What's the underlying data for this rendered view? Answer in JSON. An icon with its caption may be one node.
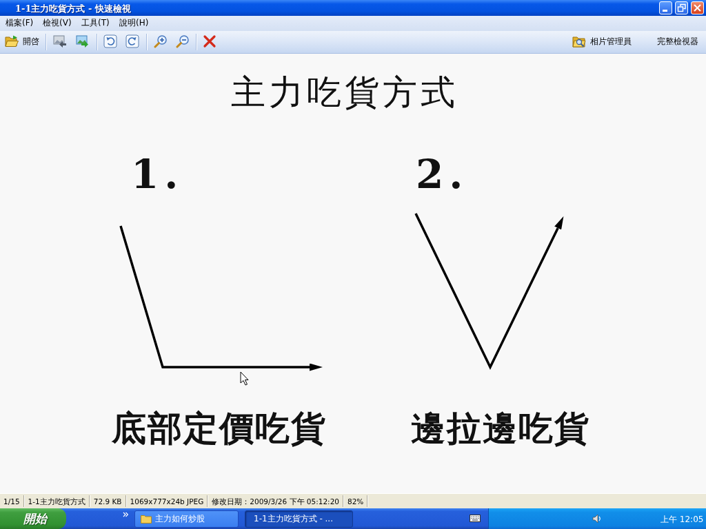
{
  "diagram": {
    "title": "主力吃貨方式",
    "labels": [
      "1-1主力吃貨方式 - 快速檢視",
      "檔案(F)",
      "檢視(V)",
      "工具(T)",
      "說明(H)",
      "開啓",
      "相片管理員",
      "完整檢視器",
      "1.",
      "2.",
      "底部定價吃貨",
      "邊拉邊吃貨",
      "1/15",
      "1-1主力吃貨方式",
      "72.9 KB",
      "1069x777x24b JPEG",
      "修改日期：2009/3/26 下午 05:12:20",
      "82%",
      "開始",
      "主力如何炒股",
      "1-1主力吃貨方式 - ...",
      "上午 12:05"
    ]
  }
}
